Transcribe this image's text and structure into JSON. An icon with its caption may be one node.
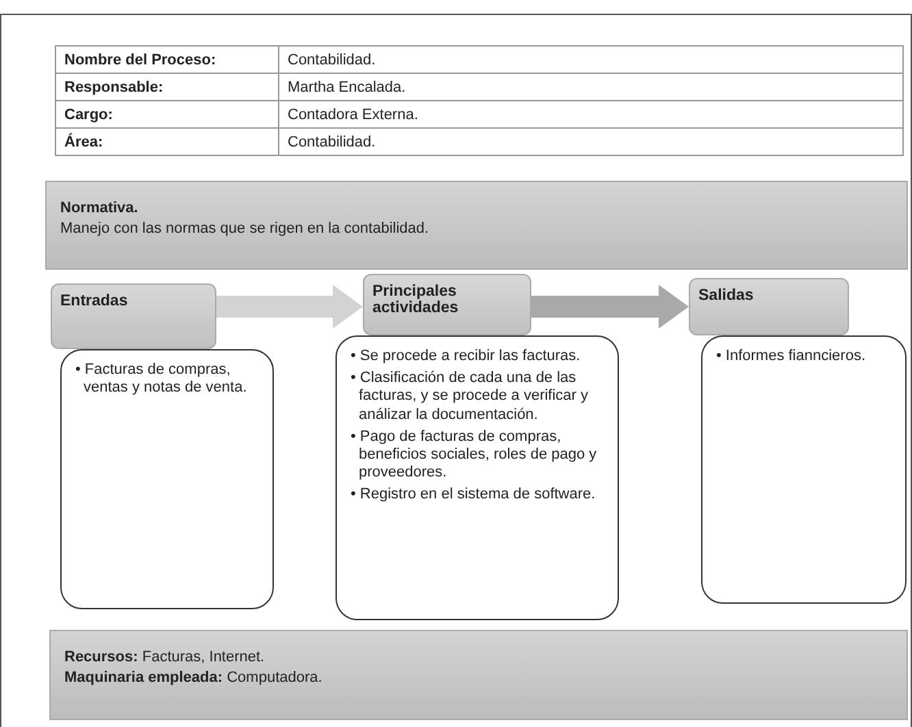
{
  "diagram": {
    "nodes": [
      {
        "text": [
          "Normativa.",
          "Manejo con las normas que se rigen en la contabilidad."
        ]
      },
      {
        "text": [
          "Entradas"
        ]
      },
      {
        "text": [
          "• Facturas de compras, ventas y notas de venta."
        ]
      },
      {
        "text": [
          "Principales actividades"
        ]
      },
      {
        "text": [
          "• Se procede a recibir las facturas.",
          "• Clasificación de cada una de las facturas, y se procede a verificar y análizar la documentación.",
          "• Pago de facturas de compras, beneficios sociales, roles de pago y proveedores.",
          "• Registro en el sistema de software."
        ]
      },
      {
        "text": [
          "Salidas"
        ]
      },
      {
        "text": [
          "• Informes fianncieros."
        ]
      },
      {
        "text": [
          "**Recursos:** Facturas, Internet.",
          "**Maquinaria empleada:** Computadora."
        ]
      }
    ],
    "edges": [
      {
        "from": 1,
        "to": 3,
        "arrow": "to",
        "color": "#d3d3d3"
      },
      {
        "from": 3,
        "to": 5,
        "arrow": "to",
        "color": "#a9a9a9"
      }
    ],
    "labels": [
      "Nombre del Proceso:",
      "Contabilidad.",
      "Responsable:",
      "Martha Encalada.",
      "Cargo:",
      "Contadora Externa.",
      "Área:",
      "Contabilidad."
    ]
  }
}
